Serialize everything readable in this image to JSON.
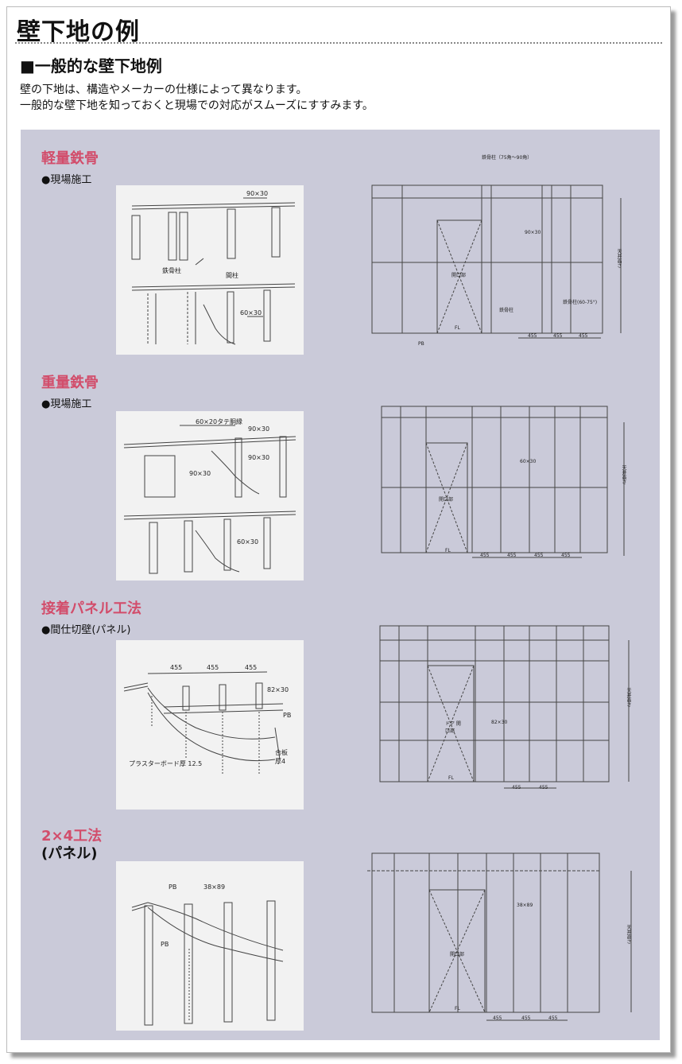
{
  "page": {
    "title": "壁下地の例",
    "subtitle": "■一般的な壁下地例",
    "intro_line1": "壁の下地は、構造やメーカーの仕様によって異なります。",
    "intro_line2": "一般的な壁下地を知っておくと現場での対応がスムーズにすすみます。"
  },
  "sections": [
    {
      "title": "軽量鉄骨",
      "subtitle": "●現場施工",
      "detail_labels": [
        "90×30",
        "鉄骨柱",
        "間柱",
        "60×30"
      ],
      "elevation_labels": [
        "鉄骨柱（75角～90角）",
        "90×30",
        "開口部",
        "鉄骨柱",
        "鉄骨柱(60-75°)",
        "FL",
        "PB",
        "455",
        "455",
        "455",
        "天井高さ"
      ]
    },
    {
      "title": "重量鉄骨",
      "subtitle": "●現場施工",
      "detail_labels": [
        "60×20タテ胴縁",
        "90×30",
        "90×30",
        "90×30",
        "60×30"
      ],
      "elevation_labels": [
        "60×30",
        "開口部",
        "FL",
        "455",
        "455",
        "455",
        "455",
        "天井高さ"
      ]
    },
    {
      "title": "接着パネル工法",
      "subtitle": "●間仕切壁(パネル)",
      "detail_labels": [
        "455",
        "455",
        "455",
        "82×30",
        "PB",
        "合板 厚4",
        "プラスターボード厚 12.5"
      ],
      "elevation_labels": [
        "ドア 開口部",
        "82×30",
        "FL",
        "455",
        "455",
        "天井高さ"
      ]
    },
    {
      "title": "2×4工法",
      "subtitle": "(パネル)",
      "detail_labels": [
        "PB",
        "38×89",
        "PB"
      ],
      "elevation_labels": [
        "38×89",
        "開口部",
        "FL",
        "455",
        "455",
        "455",
        "天井高さ"
      ]
    }
  ]
}
